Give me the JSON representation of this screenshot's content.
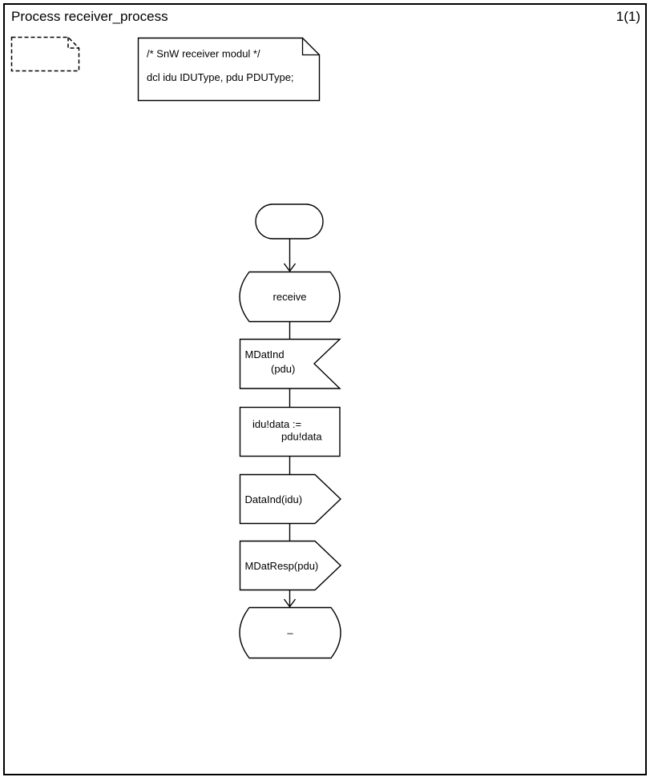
{
  "page": {
    "title": "Process receiver_process",
    "page_number": "1(1)"
  },
  "declaration_note": {
    "line1": "/* SnW receiver modul  */",
    "line2": "dcl  idu IDUType, pdu PDUType;"
  },
  "text_extension_symbol": {
    "label": ""
  },
  "diagram": {
    "kind": "sdl-process-flowchart",
    "nodes": [
      {
        "id": "start",
        "type": "start-symbol",
        "label": ""
      },
      {
        "id": "state-receive",
        "type": "state",
        "label": "receive"
      },
      {
        "id": "input-mdatind",
        "type": "input-signal",
        "line1": "MDatInd",
        "line2": "(pdu)"
      },
      {
        "id": "task-assign",
        "type": "task",
        "line1": "idu!data :=",
        "line2": "pdu!data"
      },
      {
        "id": "output-dataind",
        "type": "output-signal",
        "label": "DataInd(idu)"
      },
      {
        "id": "output-mdatresp",
        "type": "output-signal",
        "label": "MDatResp(pdu)"
      },
      {
        "id": "state-same",
        "type": "state",
        "label": "–"
      }
    ],
    "edges": [
      {
        "from": "start",
        "to": "state-receive",
        "arrowhead": true
      },
      {
        "from": "state-receive",
        "to": "input-mdatind",
        "arrowhead": false
      },
      {
        "from": "input-mdatind",
        "to": "task-assign",
        "arrowhead": false
      },
      {
        "from": "task-assign",
        "to": "output-dataind",
        "arrowhead": false
      },
      {
        "from": "output-dataind",
        "to": "output-mdatresp",
        "arrowhead": false
      },
      {
        "from": "output-mdatresp",
        "to": "state-same",
        "arrowhead": true
      }
    ]
  },
  "colors": {
    "stroke": "#000000",
    "text": "#000000",
    "background": "#ffffff"
  }
}
